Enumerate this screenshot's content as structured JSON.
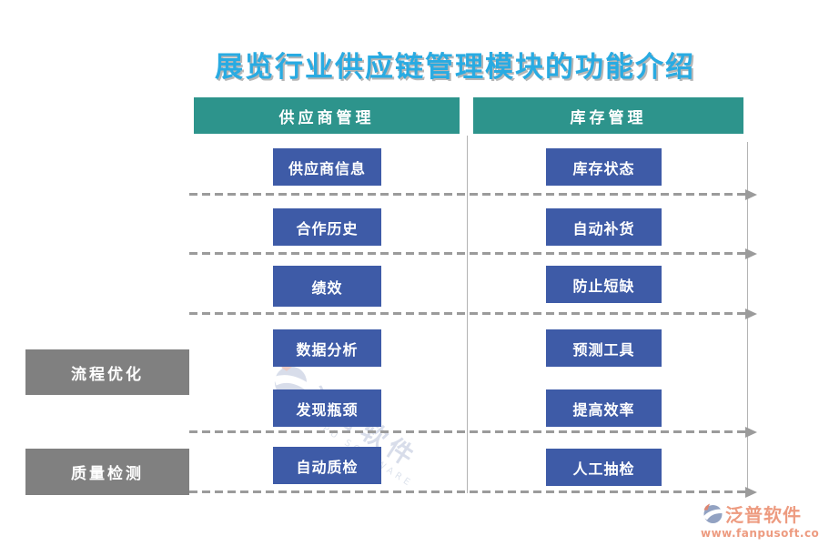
{
  "title": {
    "text": "展览行业供应链管理模块的功能介绍"
  },
  "columns": [
    {
      "header": "供应商管理",
      "items": [
        "供应商信息",
        "合作历史",
        "绩效",
        "数据分析",
        "发现瓶颈",
        "自动质检"
      ]
    },
    {
      "header": "库存管理",
      "items": [
        "库存状态",
        "自动补货",
        "防止短缺",
        "预测工具",
        "提高效率",
        "人工抽检"
      ]
    }
  ],
  "side_labels": [
    "流程优化",
    "质量检测"
  ],
  "watermark": {
    "text": "泛普软件",
    "subtext": "FANPU SOFTWARE"
  },
  "logo": {
    "name": "泛普软件",
    "url": "www.fanpusoft.com"
  },
  "colors": {
    "title_blue": "#29ABE2",
    "header_teal": "#2D948C",
    "box_blue": "#3E5BA7",
    "side_gray": "#808080",
    "arrow_gray": "#9B9B9B",
    "logo_salmon": "#ED9B80"
  }
}
